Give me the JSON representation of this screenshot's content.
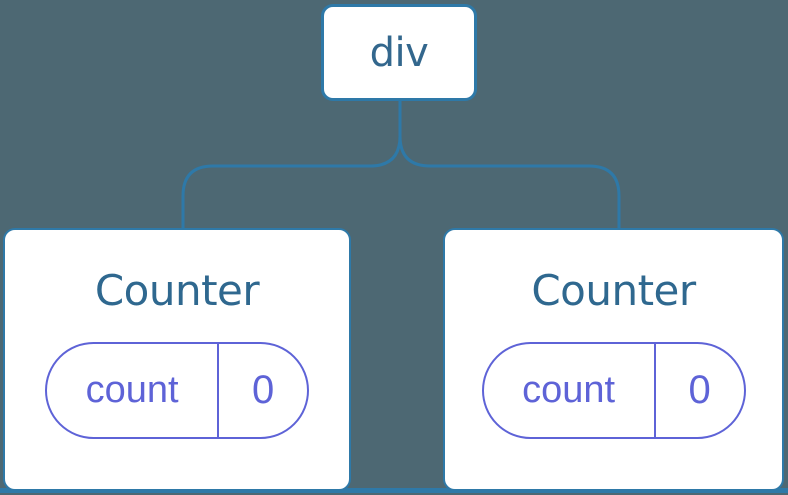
{
  "diagram": {
    "description": "Component tree: a div root element with two Counter component children, each holding a count state of 0",
    "colors": {
      "background": "#4D6873",
      "edge_and_border_blue": "#2E79A8",
      "node_fill": "#FFFFFF",
      "heading_text_blue": "#2F688F",
      "state_purple": "#5E63D7"
    },
    "root": {
      "label": "div"
    },
    "children": [
      {
        "title": "Counter",
        "state": {
          "key": "count",
          "value": "0"
        }
      },
      {
        "title": "Counter",
        "state": {
          "key": "count",
          "value": "0"
        }
      }
    ]
  }
}
